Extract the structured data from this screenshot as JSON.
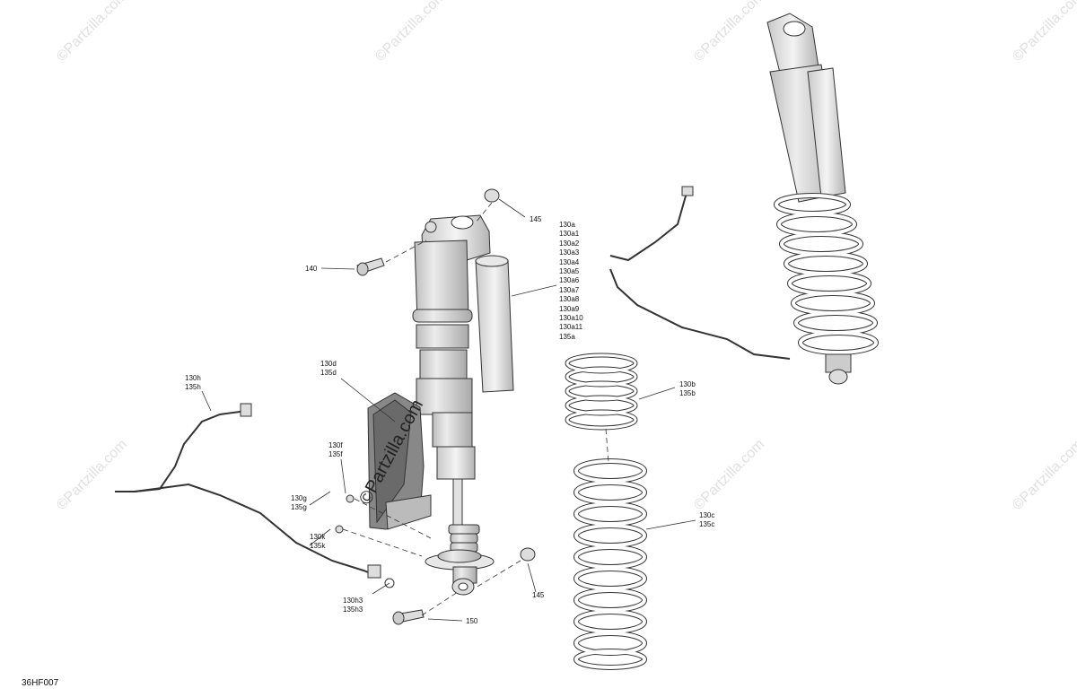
{
  "diagram": {
    "code": "36HF007",
    "watermark": "©Partzilla.com",
    "labels": {
      "l145_top": "145",
      "l140": "140",
      "l130a_group": "130a\n130a1\n130a2\n130a3\n130a4\n130a5\n130a6\n130a7\n130a8\n130a9\n130a10\n130a11\n135a",
      "l130d": "130d\n135d",
      "l130h": "130h\n135h",
      "l130f": "130f\n135f",
      "l130g": "130g\n135g",
      "l130k": "130k\n135k",
      "l130h3": "130h3\n135h3",
      "l150": "150",
      "l145_bot": "145",
      "l130b": "130b\n135b",
      "l130c": "130c\n135c"
    }
  }
}
